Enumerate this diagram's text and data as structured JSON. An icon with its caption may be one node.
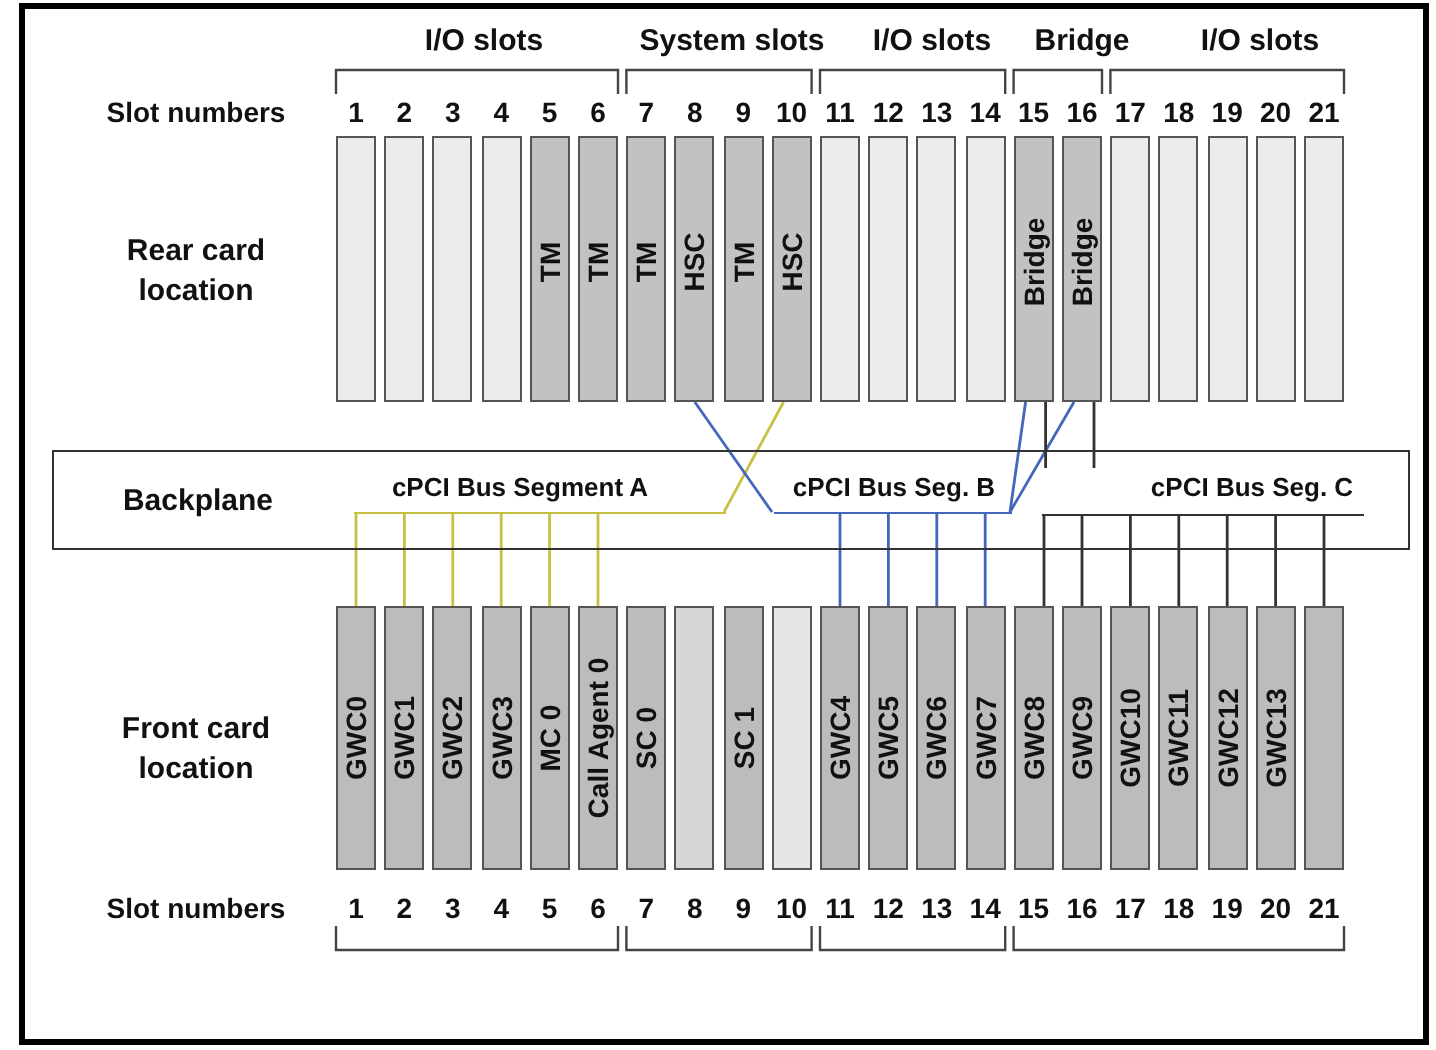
{
  "diagram": {
    "nodes": [
      {
        "text": [],
        "shape": "box"
      },
      {
        "text": [],
        "shape": "box"
      },
      {
        "text": [],
        "shape": "box"
      },
      {
        "text": [],
        "shape": "box"
      },
      {
        "text": [
          "TM"
        ]
      },
      {
        "text": [
          "TM"
        ]
      },
      {
        "text": [
          "TM"
        ]
      },
      {
        "text": [
          "HSC"
        ]
      },
      {
        "text": [
          "TM"
        ]
      },
      {
        "text": [
          "HSC"
        ]
      },
      {
        "text": [],
        "shape": "box"
      },
      {
        "text": [],
        "shape": "box"
      },
      {
        "text": [],
        "shape": "box"
      },
      {
        "text": [],
        "shape": "box"
      },
      {
        "text": [
          "Bridge"
        ]
      },
      {
        "text": [
          "Bridge"
        ]
      },
      {
        "text": [],
        "shape": "box"
      },
      {
        "text": [],
        "shape": "box"
      },
      {
        "text": [],
        "shape": "box"
      },
      {
        "text": [],
        "shape": "box"
      },
      {
        "text": [],
        "shape": "box"
      },
      {
        "text": [
          "Backplane"
        ]
      },
      {
        "text": [
          "cPCI Bus Segment A"
        ],
        "in": 21
      },
      {
        "text": [
          "cPCI Bus Seg. B"
        ],
        "in": 21
      },
      {
        "text": [
          "cPCI Bus Seg. C"
        ],
        "in": 21
      },
      {
        "text": [
          "GWC0"
        ]
      },
      {
        "text": [
          "GWC1"
        ]
      },
      {
        "text": [
          "GWC2"
        ]
      },
      {
        "text": [
          "GWC3"
        ]
      },
      {
        "text": [
          "MC 0"
        ]
      },
      {
        "text": [
          "Call Agent 0"
        ]
      },
      {
        "text": [
          "SC 0"
        ]
      },
      {
        "text": [],
        "shape": "box"
      },
      {
        "text": [
          "SC 1"
        ]
      },
      {
        "text": [],
        "shape": "box"
      },
      {
        "text": [
          "GWC4"
        ]
      },
      {
        "text": [
          "GWC5"
        ]
      },
      {
        "text": [
          "GWC6"
        ]
      },
      {
        "text": [
          "GWC7"
        ]
      },
      {
        "text": [
          "GWC8"
        ]
      },
      {
        "text": [
          "GWC9"
        ]
      },
      {
        "text": [
          "GWC10"
        ]
      },
      {
        "text": [
          "GWC11"
        ]
      },
      {
        "text": [
          "GWC12"
        ]
      },
      {
        "text": [
          "GWC13"
        ]
      },
      {
        "text": [],
        "shape": "box"
      }
    ],
    "edges": [
      {
        "from": 9,
        "to": 22,
        "arrow": "none",
        "color": "#c8c040"
      },
      {
        "from": 22,
        "to": 25,
        "arrow": "none",
        "color": "#c8c040"
      },
      {
        "from": 22,
        "to": 26,
        "arrow": "none",
        "color": "#c8c040"
      },
      {
        "from": 22,
        "to": 27,
        "arrow": "none",
        "color": "#c8c040"
      },
      {
        "from": 22,
        "to": 28,
        "arrow": "none",
        "color": "#c8c040"
      },
      {
        "from": 22,
        "to": 29,
        "arrow": "none",
        "color": "#c8c040"
      },
      {
        "from": 22,
        "to": 30,
        "arrow": "none",
        "color": "#c8c040"
      },
      {
        "from": 7,
        "to": 23,
        "arrow": "none",
        "color": "#4466bb"
      },
      {
        "from": 14,
        "to": 23,
        "arrow": "none",
        "color": "#4466bb"
      },
      {
        "from": 15,
        "to": 23,
        "arrow": "none",
        "color": "#4466bb"
      },
      {
        "from": 23,
        "to": 35,
        "arrow": "none",
        "color": "#4466bb"
      },
      {
        "from": 23,
        "to": 36,
        "arrow": "none",
        "color": "#4466bb"
      },
      {
        "from": 23,
        "to": 37,
        "arrow": "none",
        "color": "#4466bb"
      },
      {
        "from": 23,
        "to": 38,
        "arrow": "none",
        "color": "#4466bb"
      },
      {
        "from": 14,
        "to": 24,
        "arrow": "none"
      },
      {
        "from": 15,
        "to": 24,
        "arrow": "none"
      },
      {
        "from": 24,
        "to": 39,
        "arrow": "none"
      },
      {
        "from": 24,
        "to": 40,
        "arrow": "none"
      },
      {
        "from": 24,
        "to": 41,
        "arrow": "none"
      },
      {
        "from": 24,
        "to": 42,
        "arrow": "none"
      },
      {
        "from": 24,
        "to": 43,
        "arrow": "none"
      },
      {
        "from": 24,
        "to": 44,
        "arrow": "none"
      },
      {
        "from": 24,
        "to": 45,
        "arrow": "none"
      }
    ],
    "labels": [
      "I/O slots",
      "System slots",
      "I/O slots",
      "Bridge",
      "I/O slots",
      "Slot numbers",
      "1",
      "2",
      "3",
      "4",
      "5",
      "6",
      "7",
      "8",
      "9",
      "10",
      "11",
      "12",
      "13",
      "14",
      "15",
      "16",
      "17",
      "18",
      "19",
      "20",
      "21",
      "Rear card location",
      "Front card location",
      "Slot numbers",
      "1",
      "2",
      "3",
      "4",
      "5",
      "6",
      "7",
      "8",
      "9",
      "10",
      "11",
      "12",
      "13",
      "14",
      "15",
      "16",
      "17",
      "18",
      "19",
      "20",
      "21"
    ]
  }
}
